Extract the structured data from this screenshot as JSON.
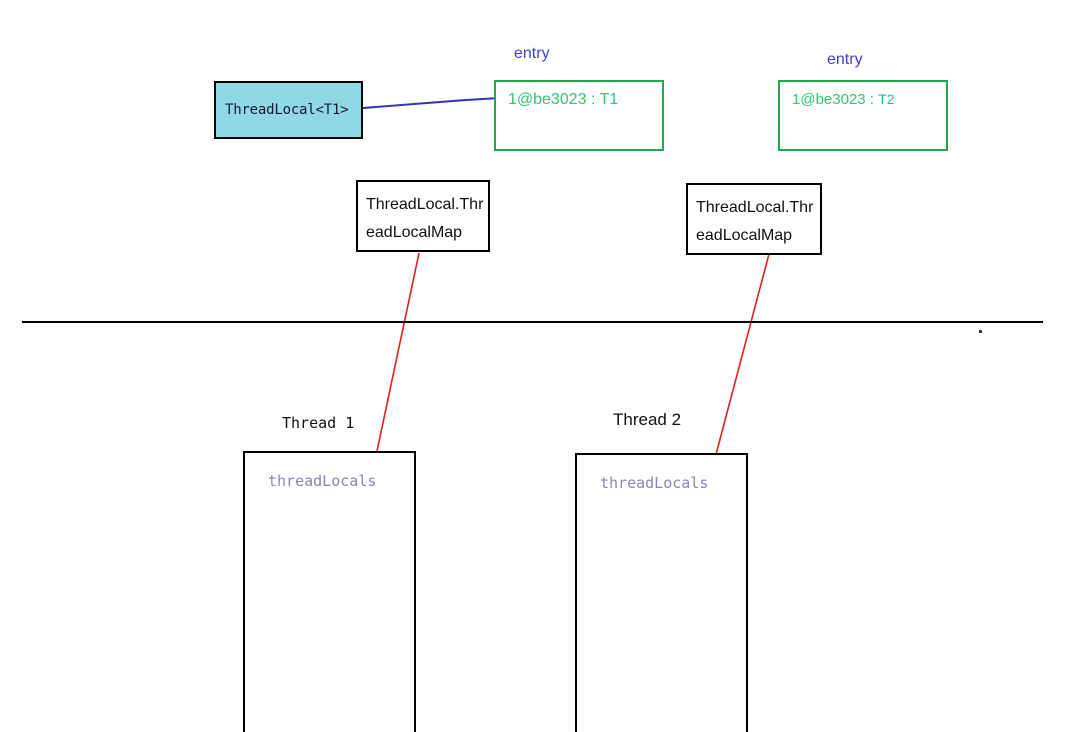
{
  "diagram": {
    "title": "ThreadLocal / ThreadLocalMap relationship diagram",
    "colors": {
      "threadlocal_fill": "#8fd8e8",
      "entry_border": "#22a84a",
      "entry_text": "#2ec96a",
      "entry_caption": "#4040cc",
      "connector_blue": "#3333bb",
      "connector_red": "#e02020",
      "thread_field_text": "#9080bb",
      "box_border": "#000000"
    }
  },
  "top_section": {
    "threadlocal_node": {
      "label": "ThreadLocal<T1>"
    },
    "entries": [
      {
        "caption": "entry",
        "key": "1@be3023",
        "separator": ":",
        "value": "T1"
      },
      {
        "caption": "entry",
        "key": "1@be3023",
        "separator": ":",
        "value": "T2"
      }
    ],
    "maps": [
      {
        "line1": "ThreadLocal.Thr",
        "line2": "eadLocalMap"
      },
      {
        "line1": "ThreadLocal.Thr",
        "line2": "eadLocalMap"
      }
    ]
  },
  "divider": {
    "present": true,
    "stray_mark": "."
  },
  "bottom_section": {
    "threads": [
      {
        "caption": "Thread 1",
        "field": "threadLocals"
      },
      {
        "caption": "Thread 2",
        "field": "threadLocals"
      }
    ]
  }
}
